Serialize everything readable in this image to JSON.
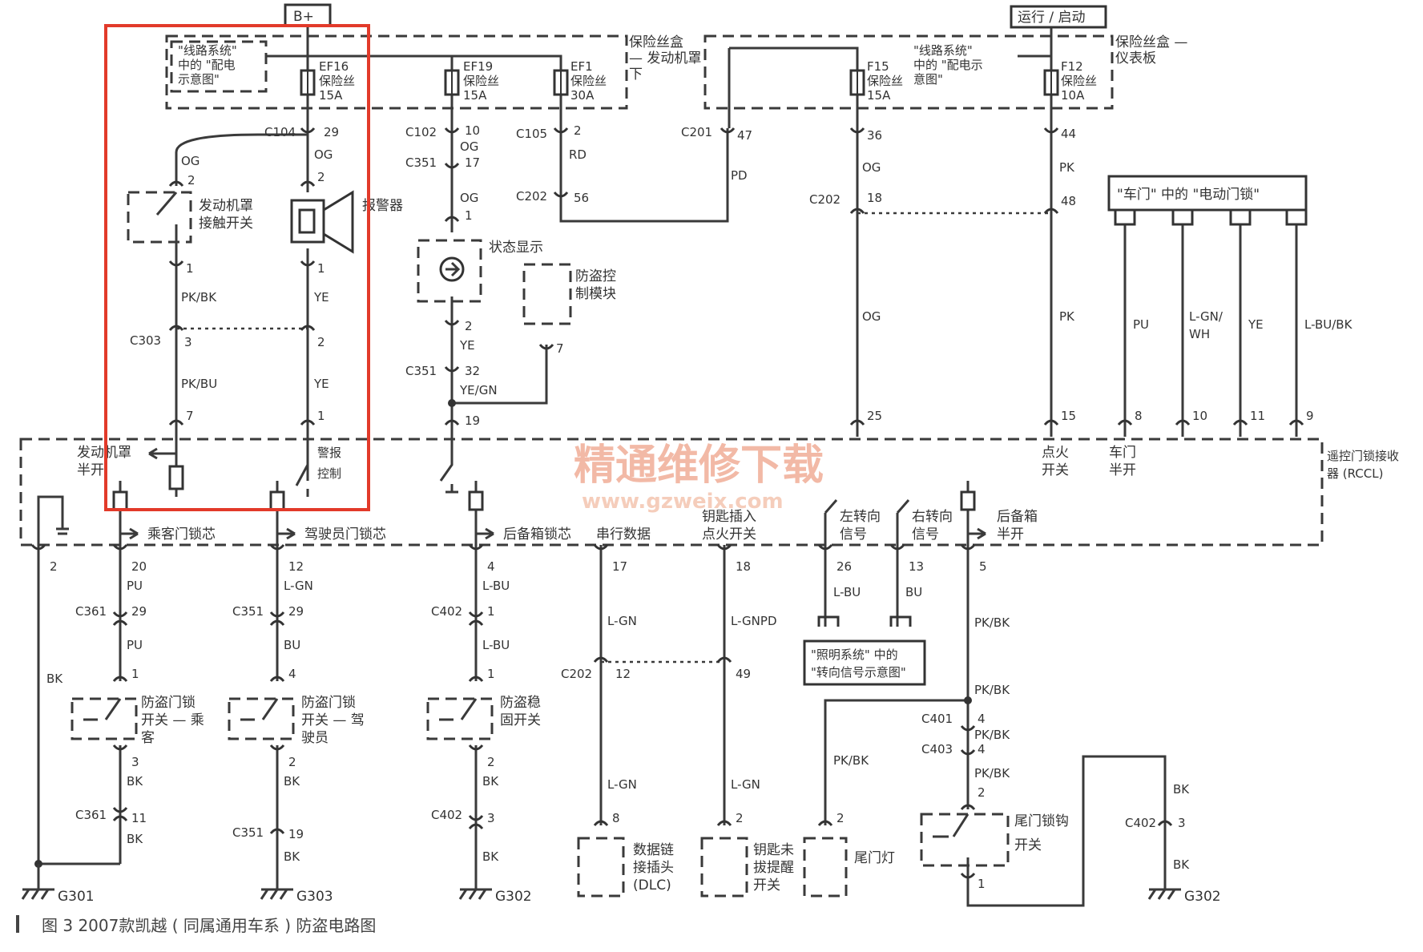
{
  "texts": {
    "b_plus": "B+",
    "run_start": "运行 / 启动",
    "fuse_box_front": "保险丝盒",
    "fuse_box_front2": "— 发动机罩",
    "fuse_box_front3": "下",
    "fuse_box_panel": "保险丝盒 —",
    "fuse_box_panel2": "仪表板",
    "ref_power_1": "\"线路系统\"",
    "ref_power_2": "中的 \"配电",
    "ref_power_3": "示意图\"",
    "ref_power_b1": "\"线路系统\"",
    "ref_power_b2": "中的 \"配电示",
    "ref_power_b3": "意图\"",
    "ef16": "EF16",
    "ef16_b": "保险丝",
    "ef16_c": "15A",
    "ef19": "EF19",
    "ef19_b": "保险丝",
    "ef19_c": "15A",
    "ef1": "EF1",
    "ef1_b": "保险丝",
    "ef1_c": "30A",
    "f15": "F15",
    "f15_b": "保险丝",
    "f15_c": "15A",
    "f12": "F12",
    "f12_b": "保险丝",
    "f12_c": "10A",
    "hood_switch_1": "发动机罩",
    "hood_switch_2": "接触开关",
    "alarm": "报警器",
    "status_display": "状态显示",
    "immobilizer_1": "防盗控",
    "immobilizer_2": "制模块",
    "door_lock_ref": "\"车门\" 中的 \"电动门锁\"",
    "hood_ajar_1": "发动机罩",
    "hood_ajar_2": "半开",
    "alarm_ctrl_1": "警报",
    "alarm_ctrl_2": "控制",
    "ign_switch_1": "点火",
    "ign_switch_2": "开关",
    "door_ajar_1": "车门",
    "door_ajar_2": "半开",
    "rccl_1": "遥控门锁接收",
    "rccl_2": "器 (RCCL)",
    "pass_lock": "乘客门锁芯",
    "driver_lock": "驾驶员门锁芯",
    "trunk_lock": "后备箱锁芯",
    "serial_data": "串行数据",
    "key_in_1": "钥匙插入",
    "key_in_2": "点火开关",
    "left_turn_1": "左转向",
    "left_turn_2": "信号",
    "right_turn_1": "右转向",
    "right_turn_2": "信号",
    "trunk_ajar_1": "后备箱",
    "trunk_ajar_2": "半开",
    "light_ref_1": "\"照明系统\" 中的",
    "light_ref_2": "\"转向信号示意图\"",
    "sw_pass_1": "防盗门锁",
    "sw_pass_2": "开关 — 乘",
    "sw_pass_3": "客",
    "sw_drv_1": "防盗门锁",
    "sw_drv_2": "开关 — 驾",
    "sw_drv_3": "驶员",
    "sw_trunk_1": "防盗稳",
    "sw_trunk_2": "固开关",
    "dlc_1": "数据链",
    "dlc_2": "接插头",
    "dlc_3": "(DLC)",
    "key_warn_1": "钥匙未",
    "key_warn_2": "拔提醒",
    "key_warn_3": "开关",
    "tail_lamp": "尾门灯",
    "latch_1": "尾门锁钩",
    "latch_2": "开关",
    "g301": "G301",
    "g303": "G303",
    "g302a": "G302",
    "g302b": "G302",
    "watermark_1": "精通维修下载",
    "watermark_2": "www.gzweix.com",
    "caption": "图 3   2007款凯越 ( 同属通用车系 ) 防盗电路图"
  },
  "labels": [
    "C104",
    "29",
    "OG",
    "OG",
    "2",
    "2",
    "1",
    "1",
    "PK/BK",
    "YE",
    "C303",
    "3",
    "2",
    "PK/BU",
    "YE",
    "7",
    "1",
    "C102",
    "10",
    "OG",
    "C351",
    "17",
    "OG",
    "1",
    "2",
    "YE",
    "C351",
    "32",
    "YE/GN",
    "19",
    "7",
    "C105",
    "2",
    "RD",
    "C202",
    "56",
    "C201",
    "47",
    "PD",
    "36",
    "OG",
    "C202",
    "18",
    "OG",
    "25",
    "44",
    "PK",
    "48",
    "PK",
    "15",
    "PU",
    "8",
    "L-GN/",
    "WH",
    "10",
    "YE",
    "11",
    "L-BU/BK",
    "9",
    "2",
    "BK",
    "20",
    "PU",
    "C361",
    "29",
    "PU",
    "1",
    "3",
    "BK",
    "C361",
    "11",
    "BK",
    "12",
    "L-GN",
    "C351",
    "29",
    "BU",
    "4",
    "2",
    "BK",
    "C351",
    "19",
    "BK",
    "4",
    "L-BU",
    "C402",
    "1",
    "L-BU",
    "1",
    "2",
    "BK",
    "C402",
    "3",
    "BK",
    "17",
    "L-GN",
    "C202",
    "12",
    "L-GN",
    "8",
    "18",
    "L-GNPD",
    "49",
    "L-GN",
    "2",
    "26",
    "L-BU",
    "13",
    "BU",
    "5",
    "PK/BK",
    "PK/BK",
    "C401",
    "4",
    "PK/BK",
    "C403",
    "4",
    "PK/BK",
    "2",
    "PK/BK",
    "2",
    "1",
    "BK",
    "C402",
    "3",
    "BK"
  ],
  "colors": {
    "wire": "#3a3a3a",
    "highlight": "#e23a2a",
    "watermark": "#f2b9a6"
  }
}
